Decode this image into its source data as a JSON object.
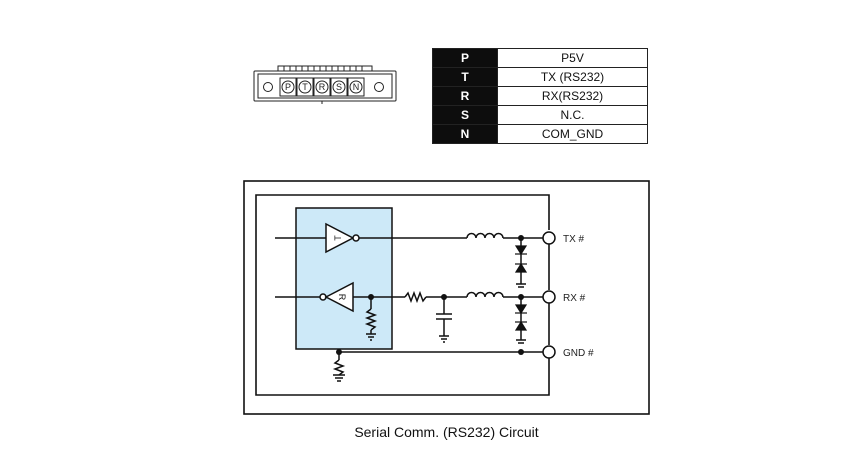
{
  "connector": {
    "pins": [
      "P",
      "T",
      "R",
      "S",
      "N"
    ]
  },
  "pin_table": {
    "rows": [
      {
        "pin": "P",
        "desc": "P5V"
      },
      {
        "pin": "T",
        "desc": "TX (RS232)"
      },
      {
        "pin": "R",
        "desc": "RX(RS232)"
      },
      {
        "pin": "S",
        "desc": "N.C."
      },
      {
        "pin": "N",
        "desc": "COM_GND"
      }
    ]
  },
  "circuit": {
    "tx_driver_label": "T",
    "rx_receiver_label": "R",
    "terminals": {
      "tx": "TX #",
      "rx": "RX #",
      "gnd": "GND #"
    },
    "colors": {
      "ic_fill": "#cde9f8",
      "line": "#111111"
    }
  },
  "caption": "Serial Comm. (RS232) Circuit"
}
